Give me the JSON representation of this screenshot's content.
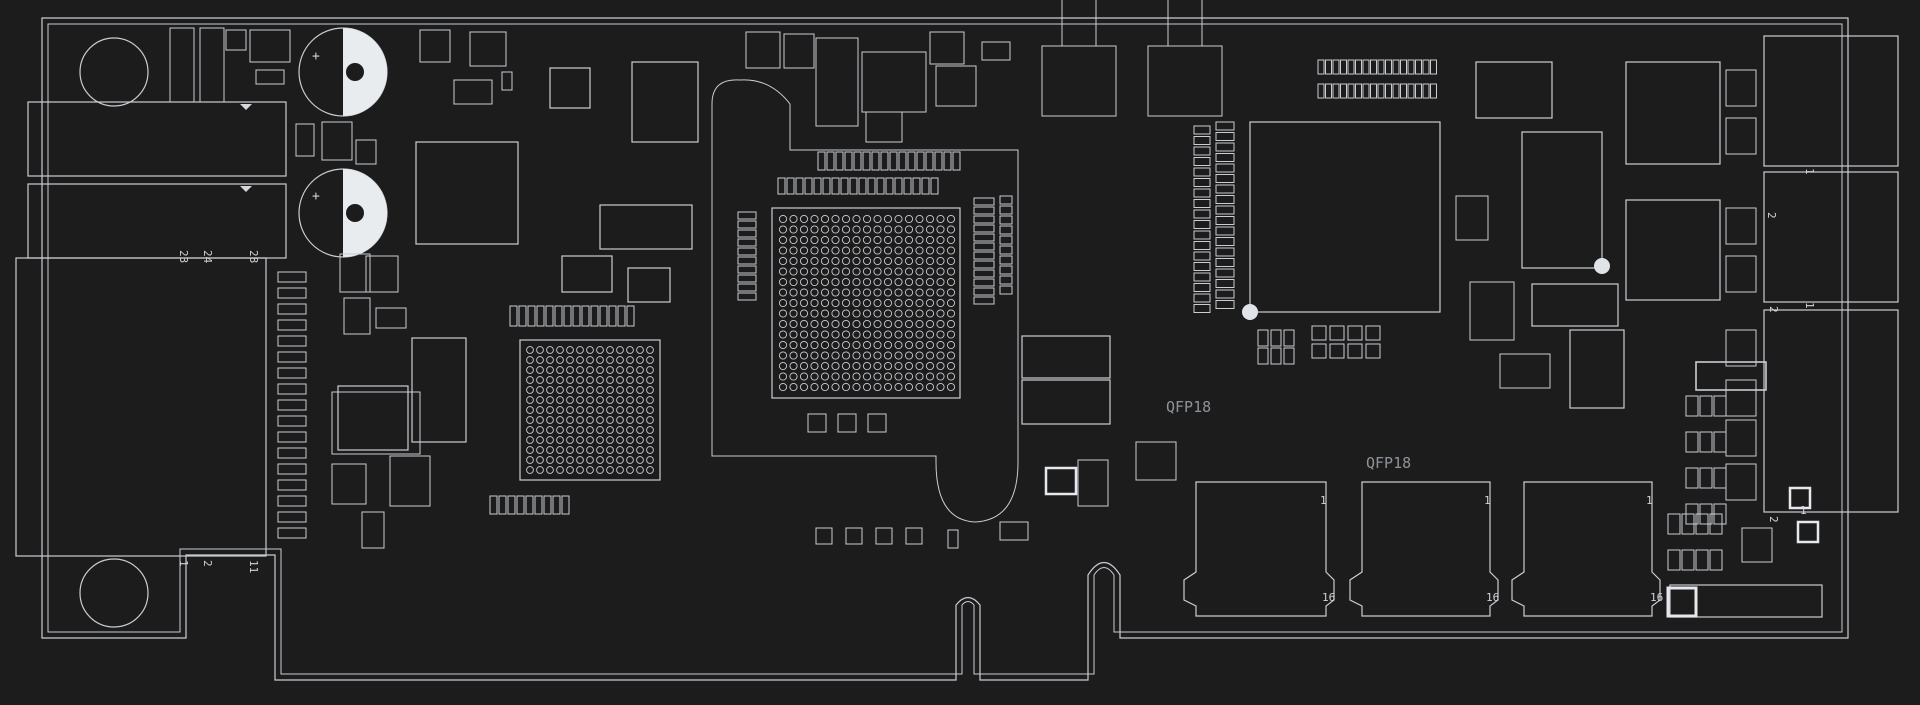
{
  "colors": {
    "background": "#1c1c1c",
    "silkscreen": "#d4d8dc",
    "outline": "#bfc4c9",
    "highlight": "#eef2f6"
  },
  "labels": {
    "qfp_u1": "QFP18",
    "qfp_u2": "QFP18",
    "conn_pin_23": "23",
    "conn_pin_24": "24",
    "conn_pin_28": "28",
    "conn_pin_1": "1",
    "conn_pin_2": "2",
    "conn_pin_11": "11",
    "rj_a_pin1": "1",
    "rj_a_pin16": "16",
    "rj_b_pin1": "1",
    "rj_b_pin16": "16",
    "rj_c_pin1": "1",
    "rj_c_pin16": "16",
    "sfp_pin1_a": "1",
    "sfp_pin2_a": "2",
    "sfp_pin1_b": "1",
    "sfp_pin2_b": "2",
    "sfp_pin1_c": "1",
    "sfp_pin2_c": "2",
    "cap1_plus": "+",
    "cap2_plus": "+"
  }
}
